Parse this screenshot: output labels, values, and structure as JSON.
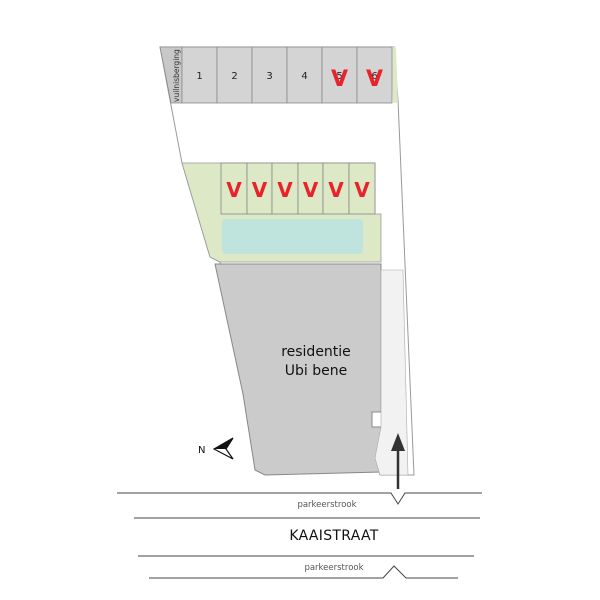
{
  "bin_storage_label": "vuilnisberging",
  "garages": [
    {
      "label": "1",
      "mark": ""
    },
    {
      "label": "2",
      "mark": ""
    },
    {
      "label": "3",
      "mark": ""
    },
    {
      "label": "4",
      "mark": ""
    },
    {
      "label": "5",
      "mark": "V"
    },
    {
      "label": "6",
      "mark": "V"
    }
  ],
  "carports": [
    {
      "mark": "V"
    },
    {
      "mark": "V"
    },
    {
      "mark": "V"
    },
    {
      "mark": "V"
    },
    {
      "mark": "V"
    },
    {
      "mark": "V"
    }
  ],
  "building": {
    "line1": "residentie",
    "line2": "Ubi bene"
  },
  "compass": {
    "label": "N"
  },
  "street": {
    "parking_top": "parkeerstrook",
    "name": "KAAISTRAAT",
    "parking_bottom": "parkeerstrook"
  },
  "colors": {
    "building": "#cbcbcb",
    "garage": "#d4d4d4",
    "green": "#dce8c6",
    "water": "#bfe3dd",
    "mark": "#e8232a"
  }
}
